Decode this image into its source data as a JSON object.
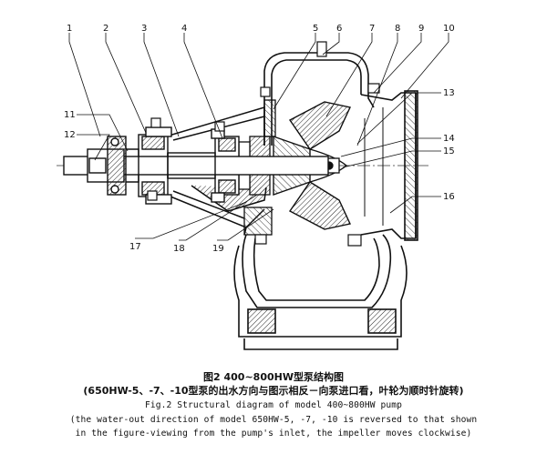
{
  "labels": [
    "1",
    "2",
    "3",
    "4",
    "5",
    "6",
    "7",
    "8",
    "9",
    "10",
    "11",
    "12",
    "13",
    "14",
    "15",
    "16",
    "17",
    "18",
    "19"
  ],
  "caption": {
    "title_cn": "图2 400~800HW型泵结构图",
    "note_cn": "(650HW-5、-7、-10型泵的出水方向与图示相反－向泵进口看，叶轮为顺时针旋转)",
    "title_en": "Fig.2 Structural diagram of model 400~800HW pump",
    "note_en_line1": "(the water-out direction of model 650HW-5, -7, -10 is reversed to that shown",
    "note_en_line2": "in the figure-viewing from the pump's inlet, the impeller moves clockwise)"
  }
}
